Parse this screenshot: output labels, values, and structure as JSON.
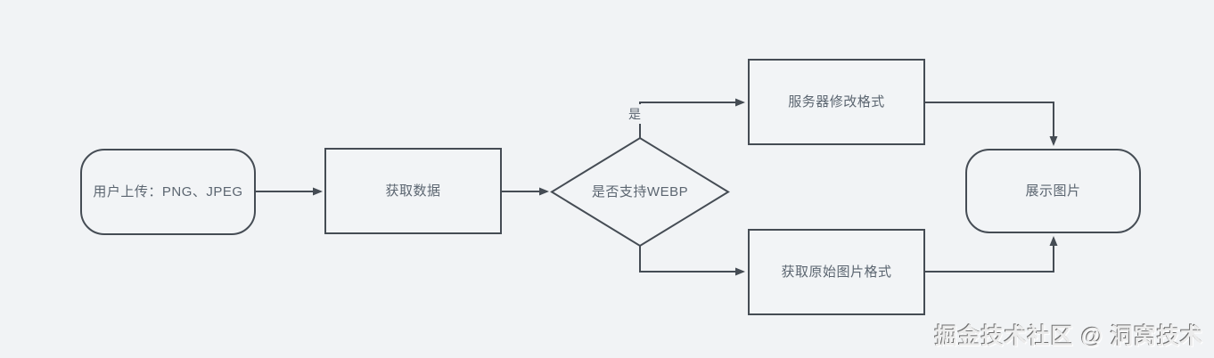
{
  "page": {
    "background_color": "#f1f3f5",
    "stroke_color": "#454c54",
    "text_color": "#5b6570"
  },
  "flowchart": {
    "nodes": [
      {
        "id": "upload",
        "shape": "rounded-rectangle",
        "label": "用户上传：PNG、JPEG"
      },
      {
        "id": "get-data",
        "shape": "rectangle",
        "label": "获取数据"
      },
      {
        "id": "webp-decision",
        "shape": "diamond",
        "label": "是否支持WEBP"
      },
      {
        "id": "server-format",
        "shape": "rectangle",
        "label": "服务器修改格式"
      },
      {
        "id": "original-format",
        "shape": "rectangle",
        "label": "获取原始图片格式"
      },
      {
        "id": "display",
        "shape": "rounded-rectangle",
        "label": "展示图片"
      }
    ],
    "edges": [
      {
        "from": "upload",
        "to": "get-data",
        "label": ""
      },
      {
        "from": "get-data",
        "to": "webp-decision",
        "label": ""
      },
      {
        "from": "webp-decision",
        "to": "server-format",
        "label": "是"
      },
      {
        "from": "webp-decision",
        "to": "original-format",
        "label": ""
      },
      {
        "from": "server-format",
        "to": "display",
        "label": ""
      },
      {
        "from": "original-format",
        "to": "display",
        "label": ""
      }
    ]
  },
  "watermark": {
    "text": "掘金技术社区 @ 洞窝技术"
  }
}
